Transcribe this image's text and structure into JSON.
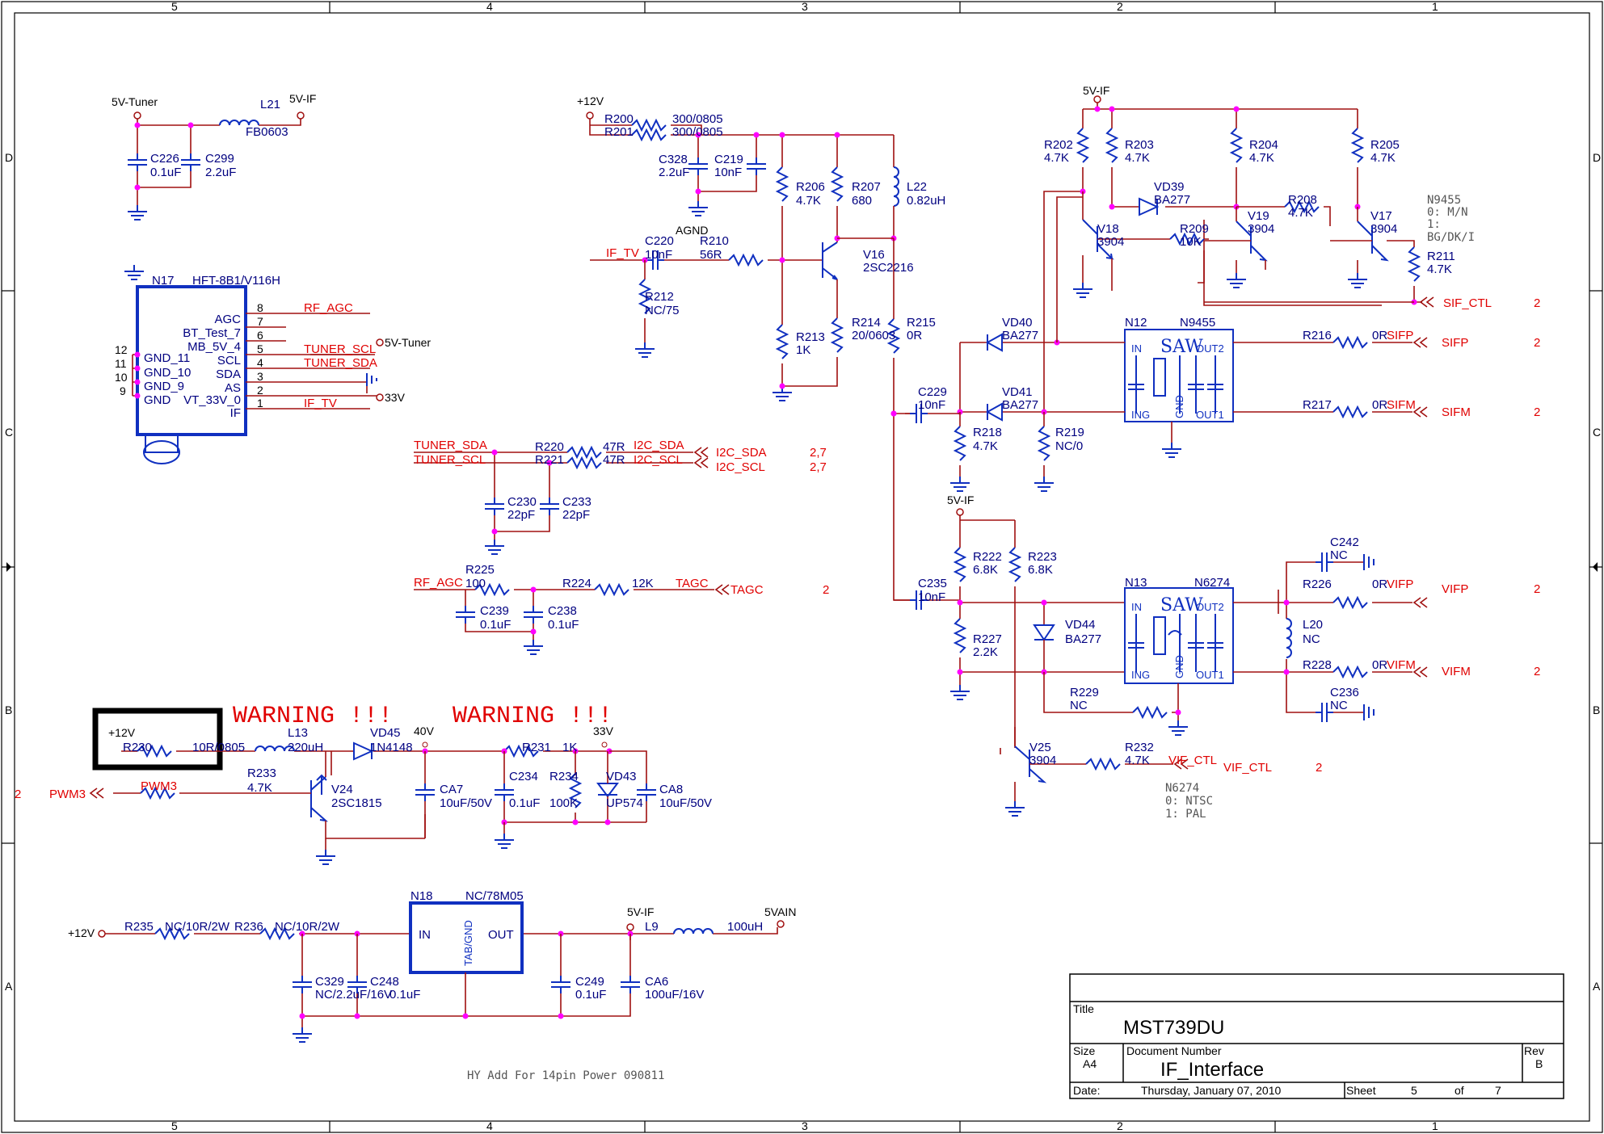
{
  "border": {
    "cols": [
      "5",
      "4",
      "3",
      "2",
      "1"
    ],
    "rows": [
      "D",
      "C",
      "B",
      "A"
    ]
  },
  "tuner": {
    "ref": "N17",
    "part": "HFT-8B1/V116H",
    "pins_right": [
      {
        "n": "8",
        "name": "AGC",
        "net": "RF_AGC"
      },
      {
        "n": "7",
        "name": "BT_Test_7",
        "net": ""
      },
      {
        "n": "6",
        "name": "MB_5V_4",
        "net": ""
      },
      {
        "n": "5",
        "name": "SCL",
        "net": "TUNER_SCL"
      },
      {
        "n": "4",
        "name": "SDA",
        "net": "TUNER_SDA"
      },
      {
        "n": "3",
        "name": "AS",
        "net": ""
      },
      {
        "n": "2",
        "name": "VT_33V_0",
        "net": ""
      },
      {
        "n": "1",
        "name": "IF",
        "net": "IF_TV"
      }
    ],
    "pins_left": [
      {
        "n": "12",
        "name": "GND_11"
      },
      {
        "n": "11",
        "name": "GND_10"
      },
      {
        "n": "10",
        "name": "GND_9"
      },
      {
        "n": "9",
        "name": "GND"
      }
    ],
    "port_5v": "5V-Tuner",
    "port_33v": "33V"
  },
  "labels": {
    "v5_tuner": "5V-Tuner",
    "v5_if": "5V-IF",
    "v12": "+12V",
    "agnd": "AGND",
    "l21": "L21",
    "fb0603": "FB0603",
    "c226": "C226",
    "c226v": "0.1uF",
    "c299": "C299",
    "c299v": "2.2uF",
    "r200": "R200",
    "r200v": "300/0805",
    "r201": "R201",
    "r201v": "300/0805",
    "c328": "C328",
    "c328v": "2.2uF",
    "c219": "C219",
    "c219v": "10nF",
    "r206": "R206",
    "r206v": "4.7K",
    "r207": "R207",
    "r207v": "680",
    "l22": "L22",
    "l22v": "0.82uH",
    "if_tv": "IF_TV",
    "c220": "C220",
    "c220v": "10nF",
    "r210": "R210",
    "r210v": "56R",
    "v16": "V16",
    "v16v": "2SC2216",
    "r212": "R212",
    "r212v": "NC/75",
    "r213": "R213",
    "r213v": "1K",
    "r214": "R214",
    "r214v": "20/0603",
    "r215": "R215",
    "r215v": "0R",
    "r202": "R202",
    "r202v": "4.7K",
    "r203": "R203",
    "r203v": "4.7K",
    "r204": "R204",
    "r204v": "4.7K",
    "r205": "R205",
    "r205v": "4.7K",
    "vd39": "VD39",
    "vd39v": "BA277",
    "r208": "R208",
    "r208v": "4.7K",
    "v18": "V18",
    "v18v": "3904",
    "r209": "R209",
    "r209v": "10K",
    "v19": "V19",
    "v19v": "3904",
    "v17": "V17",
    "v17v": "3904",
    "r211": "R211",
    "r211v": "4.7K",
    "n9455note1": "N9455",
    "n9455note2": "0: M/N",
    "n9455note3": "1:",
    "n9455note4": "BG/DK/I",
    "sif_ctl": "SIF_CTL",
    "vd40": "VD40",
    "vd40v": "BA277",
    "vd41": "VD41",
    "vd41v": "BA277",
    "n12": "N12",
    "n9455": "N9455",
    "saw": "SAW",
    "in": "IN",
    "ing": "ING",
    "gnd": "GND",
    "out1": "OUT1",
    "out2": "OUT2",
    "r216": "R216",
    "r216v": "0R",
    "sifp": "SIFP",
    "r217": "R217",
    "r217v": "0R",
    "sifm": "SIFM",
    "c229": "C229",
    "c229v": "10nF",
    "r218": "R218",
    "r218v": "4.7K",
    "r219": "R219",
    "r219v": "NC/0",
    "tuner_sda": "TUNER_SDA",
    "tuner_scl": "TUNER_SCL",
    "r220": "R220",
    "r220v": "47R",
    "r221": "R221",
    "r221v": "47R",
    "i2c_sda": "I2C_SDA",
    "i2c_scl": "I2C_SCL",
    "ref27": "2,7",
    "c230": "C230",
    "c230v": "22pF",
    "c233": "C233",
    "c233v": "22pF",
    "rf_agc": "RF_AGC",
    "r225": "R225",
    "r225v": "100",
    "r224": "R224",
    "r224v": "12K",
    "tagc": "TAGC",
    "ref2": "2",
    "c239": "C239",
    "c239v": "0.1uF",
    "c238": "C238",
    "c238v": "0.1uF",
    "r222": "R222",
    "r222v": "6.8K",
    "r223": "R223",
    "r223v": "6.8K",
    "c235": "C235",
    "c235v": "10nF",
    "r227": "R227",
    "r227v": "2.2K",
    "vd44": "VD44",
    "vd44v": "BA277",
    "n13": "N13",
    "n6274": "N6274",
    "c242": "C242",
    "c242v": "NC",
    "r226": "R226",
    "r226v": "0R",
    "vifp": "VIFP",
    "l20": "L20",
    "l20v": "NC",
    "r228": "R228",
    "r228v": "0R",
    "vifm": "VIFM",
    "c236": "C236",
    "c236v": "NC",
    "r229": "R229",
    "r229v": "NC",
    "v25": "V25",
    "v25v": "3904",
    "r232": "R232",
    "r232v": "4.7K",
    "vif_ctl": "VIF_CTL",
    "n6274note1": "N6274",
    "n6274note2": "0: NTSC",
    "n6274note3": "1: PAL",
    "warning": "WARNING !!!",
    "r230": "R230",
    "r230v": "10R/0805",
    "l13": "L13",
    "l13v": "220uH",
    "vd45": "VD45",
    "vd45v": "1N4148",
    "v40": "40V",
    "r231": "R231",
    "r231v": "1K",
    "v33": "33V",
    "r233": "R233",
    "r233v": "4.7K",
    "pwm3": "PWM3",
    "v24": "V24",
    "v24v": "2SC1815",
    "ca7": "CA7",
    "ca7v": "10uF/50V",
    "c234": "C234",
    "c234v": "0.1uF",
    "r234": "R234",
    "r234v": "100K",
    "vd43": "VD43",
    "vd43v": "UP574",
    "ca8": "CA8",
    "ca8v": "10uF/50V",
    "r235": "R235",
    "r235v": "NC/10R/2W",
    "r236": "R236",
    "r236v": "NC/10R/2W",
    "n18": "N18",
    "n18v": "NC/78M05",
    "tab": "TAB/GND",
    "out": "OUT",
    "c329": "C329",
    "c329v": "NC/2.2uF/16V",
    "c248": "C248",
    "c248v": "0.1uF",
    "c249": "C249",
    "c249v": "0.1uF",
    "l9": "L9",
    "l9v": "100uH",
    "ca6": "CA6",
    "ca6v": "100uF/16V",
    "v5ain": "5VAIN",
    "note": "HY Add For 14pin Power 090811"
  },
  "title_block": {
    "title_label": "Title",
    "title": "MST739DU",
    "size_label": "Size",
    "size": "A4",
    "docnum_label": "Document Number",
    "docnum": "IF_Interface",
    "rev_label": "Rev",
    "rev": "B",
    "date_label": "Date:",
    "date": "Thursday, January 07, 2010",
    "sheet_label": "Sheet",
    "sheet": "5",
    "of_label": "of",
    "of": "7"
  }
}
